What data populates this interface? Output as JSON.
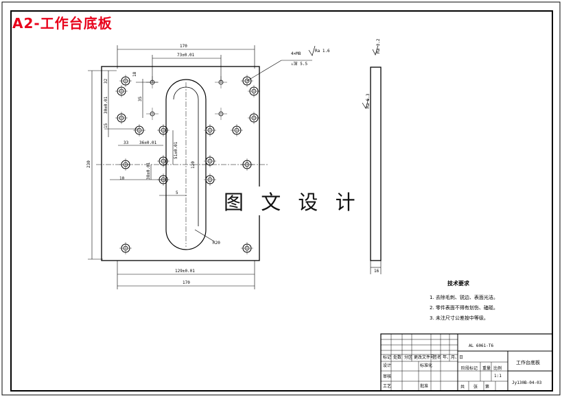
{
  "header": {
    "title": "A2-工作台底板"
  },
  "watermark": {
    "text": "图 文 设 计"
  },
  "dimensions": {
    "width_top": "170",
    "spacing_73": "73±0.01",
    "height_230": "230",
    "d18": "18",
    "d32": "32",
    "d35": "35",
    "d30": "30±0.01",
    "d15": "15",
    "d33": "33",
    "d36": "36±0.01",
    "d51": "51±0.01",
    "d120": "120",
    "d10": "10",
    "d38": "38±0.01",
    "d5": "5",
    "r20": "R20",
    "width_129": "129±0.01",
    "width_bottom": "170",
    "thickness": "16",
    "hole_note_1": "4×M8",
    "hole_note_2": "↓深 5.5"
  },
  "roughness": {
    "r1": "Ra 1.6",
    "r2": "Ra 3.2",
    "r3": "Ra 6.3"
  },
  "tech_requirements": {
    "title": "技术要求",
    "items": [
      "1. 去除毛刺、锐边、表面光洁。",
      "2. 零件表面不得有划伤、磕碰。",
      "3. 未注尺寸公差按中等级。"
    ]
  },
  "title_block": {
    "material": "AL 6061-T6",
    "part_name": "工作台底板",
    "drawing_no": "Jy130B-04-03",
    "scale": "1:1",
    "cells": {
      "mark": "标记",
      "count": "处数",
      "zone": "分区",
      "change_doc": "更改文件号",
      "sign": "签名",
      "date": "年、月、日",
      "design": "设计",
      "standardize": "标准化",
      "stage_mark": "阶段标记",
      "weight": "重量",
      "scale_label": "比例",
      "review": "审核",
      "process": "工艺",
      "approve": "批准",
      "sheets_total": "共",
      "sheet_no": "第",
      "sheets_unit": "张"
    }
  }
}
